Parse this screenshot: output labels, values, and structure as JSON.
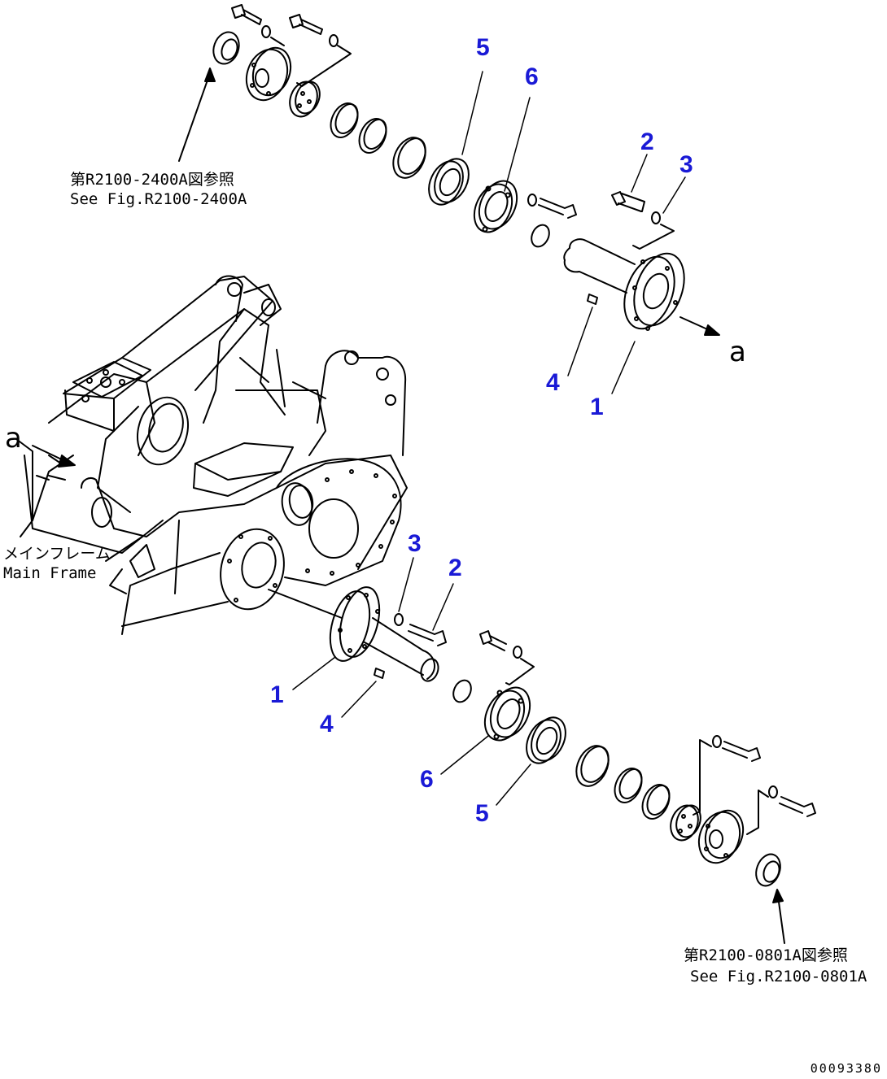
{
  "references": {
    "top": {
      "jp": "第R2100-2400A図参照",
      "en": "See Fig.R2100-2400A"
    },
    "bottom": {
      "jp": "第R2100-0801A図参照",
      "en": "See Fig.R2100-0801A"
    }
  },
  "frame_label": {
    "jp": "メインフレーム",
    "en": "Main Frame"
  },
  "view_letter": "a",
  "callouts": {
    "upper": [
      "1",
      "2",
      "3",
      "4",
      "5",
      "6"
    ],
    "lower": [
      "1",
      "2",
      "3",
      "4",
      "5",
      "6"
    ]
  },
  "doc_number": "00093380",
  "colors": {
    "line": "#000000",
    "callout": "#1a1ad6",
    "background": "#ffffff"
  }
}
